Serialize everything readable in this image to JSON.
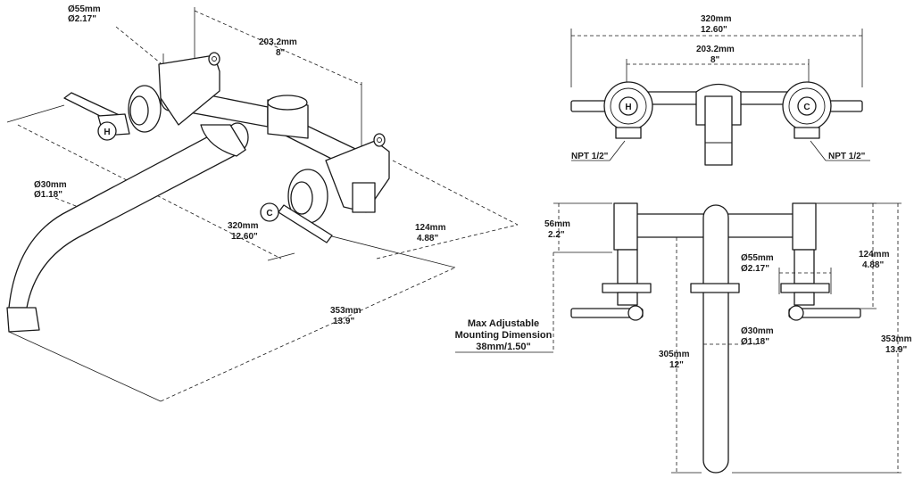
{
  "iso_view": {
    "escutcheon_dia": {
      "mm": "Ø55mm",
      "in": "Ø2.17\""
    },
    "spacing": {
      "mm": "203.2mm",
      "in": "8\""
    },
    "spout_dia": {
      "mm": "Ø30mm",
      "in": "Ø1.18\""
    },
    "width": {
      "mm": "320mm",
      "in": "12.60\""
    },
    "height": {
      "mm": "124mm",
      "in": "4.88\""
    },
    "reach": {
      "mm": "353mm",
      "in": "13.9\""
    },
    "hot_badge": "H",
    "cold_badge": "C"
  },
  "top_view": {
    "width": {
      "mm": "320mm",
      "in": "12.60\""
    },
    "spacing": {
      "mm": "203.2mm",
      "in": "8\""
    },
    "npt_left": "NPT 1/2\"",
    "npt_right": "NPT 1/2\"",
    "hot_badge": "H",
    "cold_badge": "C"
  },
  "front_view": {
    "top_height": {
      "mm": "56mm",
      "in": "2.2\""
    },
    "height": {
      "mm": "124mm",
      "in": "4.88\""
    },
    "escutcheon_dia": {
      "mm": "Ø55mm",
      "in": "Ø2.17\""
    },
    "spout_dia": {
      "mm": "Ø30mm",
      "in": "Ø1.18\""
    },
    "spout_length": {
      "mm": "305mm",
      "in": "12\""
    },
    "total": {
      "mm": "353mm",
      "in": "13.9\""
    },
    "mounting": {
      "line1": "Max Adjustable",
      "line2": "Mounting Dimension",
      "line3": "38mm/1.50\""
    }
  }
}
